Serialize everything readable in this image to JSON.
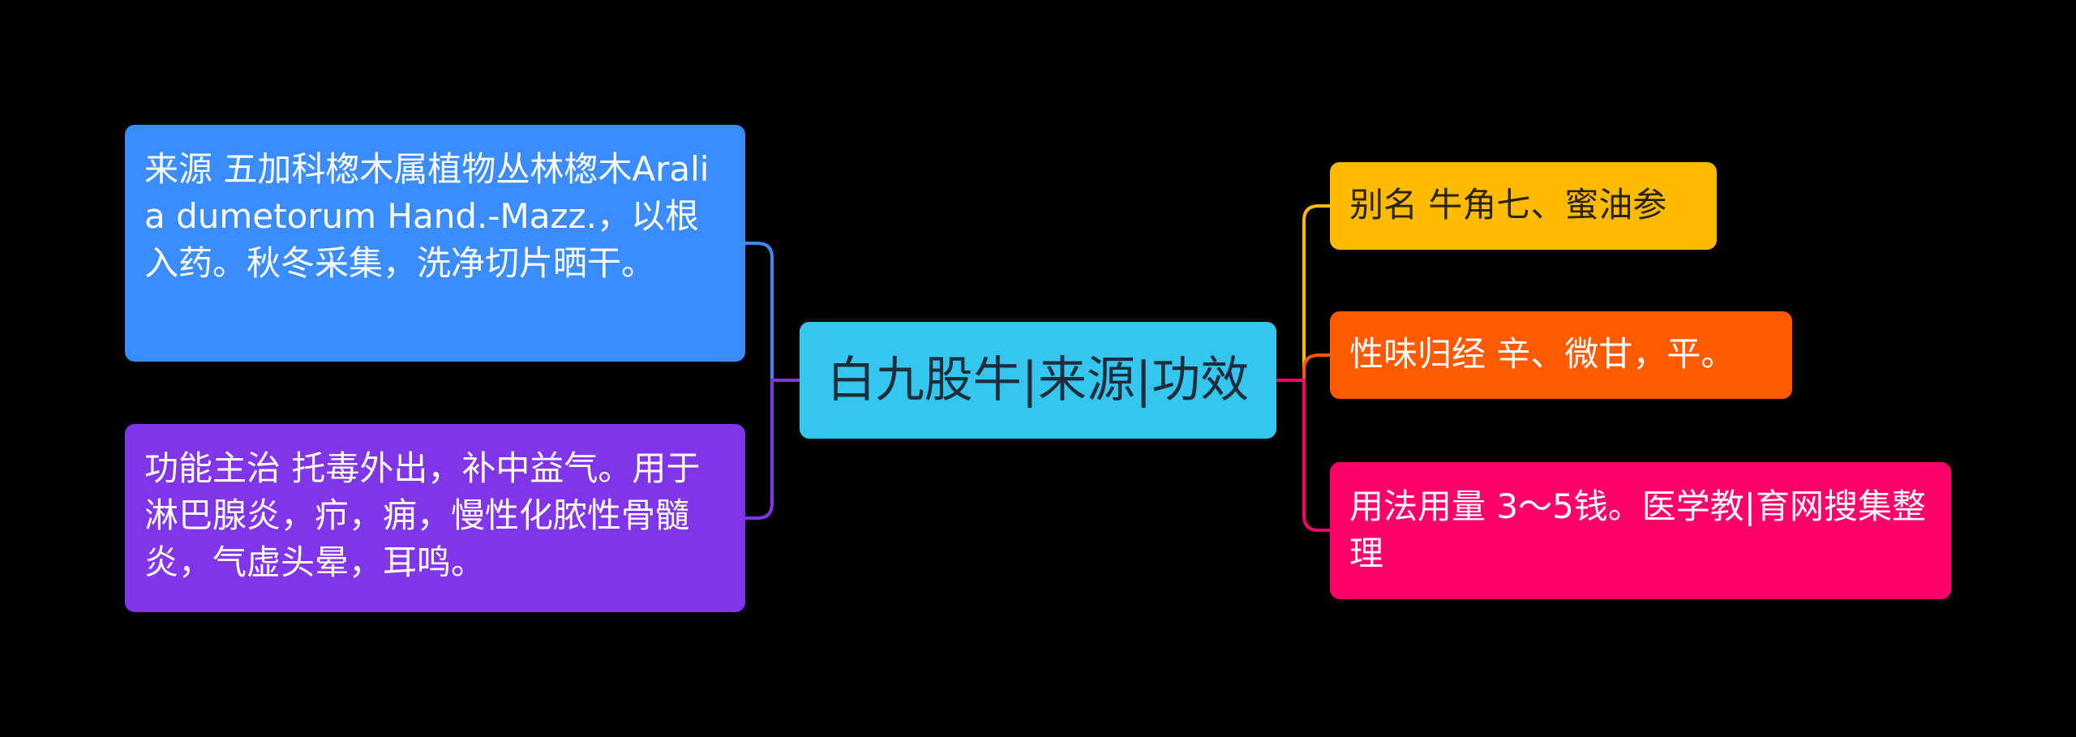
{
  "root": {
    "title": "白九股牛|来源|功效",
    "color": "#34c6ee"
  },
  "left_branches": [
    {
      "text": "来源 五加科楤木属植物丛林楤木Aralia dumetorum Hand.-Mazz.，以根入药。秋冬采集，洗净切片晒干。",
      "color": "#3a8cff"
    },
    {
      "text": "功能主治 托毒外出，补中益气。用于淋巴腺炎，疖，痈，慢性化脓性骨髓炎，气虚头晕，耳鸣。",
      "color": "#8035e8"
    }
  ],
  "right_branches": [
    {
      "text": "别名 牛角七、蜜油参",
      "color": "#ffbb00"
    },
    {
      "text": "性味归经 辛、微甘，平。",
      "color": "#ff5a00"
    },
    {
      "text": "用法用量 3～5钱。医学教|育网搜集整理",
      "color": "#ff006a"
    }
  ]
}
